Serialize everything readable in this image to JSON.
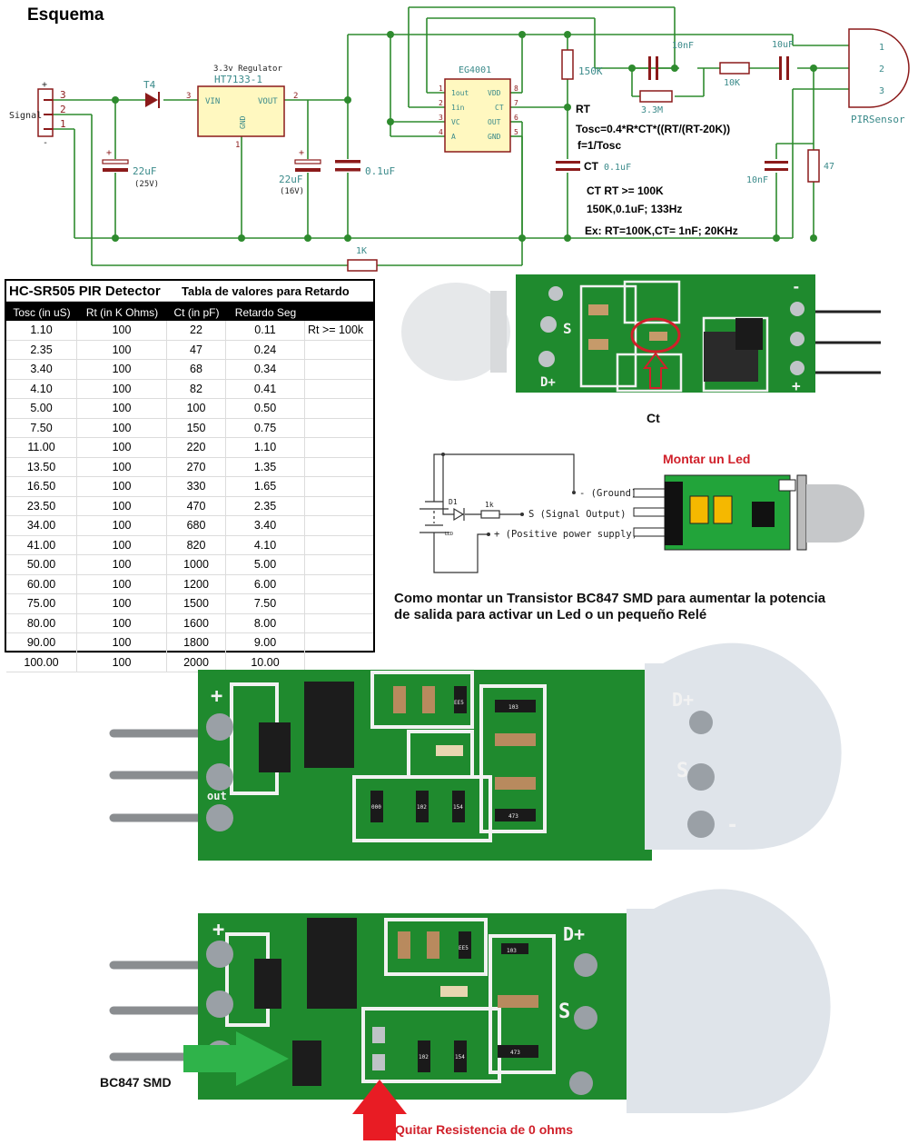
{
  "page": {
    "title": "Esquema"
  },
  "schematic": {
    "connector": {
      "label": "Signal",
      "plus": "+",
      "minus": "-",
      "pins": [
        "3",
        "2",
        "1"
      ]
    },
    "diode": {
      "ref": "T4"
    },
    "cap_in": {
      "value": "22uF",
      "rating": "(25V)",
      "polarity": "+"
    },
    "regulator": {
      "desc": "3.3v Regulator",
      "part": "HT7133-1",
      "vin": "VIN",
      "vout": "VOUT",
      "gnd": "GND",
      "pin_in": "3",
      "pin_out": "2",
      "pin_gnd": "1"
    },
    "cap_out": {
      "value": "22uF",
      "rating": "(16V)",
      "polarity": "+"
    },
    "cap_bypass": {
      "value": "0.1uF"
    },
    "r_signal": {
      "value": "1K"
    },
    "ic": {
      "part": "EG4001",
      "left_pins": [
        {
          "n": "1",
          "name": "1out"
        },
        {
          "n": "2",
          "name": "1in"
        },
        {
          "n": "3",
          "name": "VC"
        },
        {
          "n": "4",
          "name": "A"
        }
      ],
      "right_pins": [
        {
          "n": "8",
          "name": "VDD"
        },
        {
          "n": "7",
          "name": "CT"
        },
        {
          "n": "6",
          "name": "OUT"
        },
        {
          "n": "5",
          "name": "GND"
        }
      ]
    },
    "r_rt": {
      "value": "150K"
    },
    "rt_label": "RT",
    "ct_label": "CT",
    "ct_value": "0.1uF",
    "formula1": "Tosc=0.4*R*CT*((RT/(RT-20K))",
    "formula2": "f=1/Tosc",
    "note1": "CT   RT >= 100K",
    "note2": "150K,0.1uF; 133Hz",
    "note3": "Ex: RT=100K,CT= 1nF; 20KHz",
    "c_10nf_top": "10nF",
    "r_3m3": "3.3M",
    "r_10k": "10K",
    "c_10uf": "10uF",
    "c_10nf_bottom": "10nF",
    "r_47": "47",
    "pir": {
      "label": "PIRSensor",
      "pins": [
        "1",
        "2",
        "3"
      ]
    }
  },
  "table": {
    "title": "HC-SR505 PIR Detector",
    "subtitle": "Tabla de valores para Retardo",
    "columns": [
      "Tosc (in uS)",
      "Rt (in K Ohms)",
      "Ct (in pF)",
      "Retardo Seg",
      ""
    ],
    "note": "Rt  >= 100k",
    "rows": [
      [
        "1.10",
        "100",
        "22",
        "0.11"
      ],
      [
        "2.35",
        "100",
        "47",
        "0.24"
      ],
      [
        "3.40",
        "100",
        "68",
        "0.34"
      ],
      [
        "4.10",
        "100",
        "82",
        "0.41"
      ],
      [
        "5.00",
        "100",
        "100",
        "0.50"
      ],
      [
        "7.50",
        "100",
        "150",
        "0.75"
      ],
      [
        "11.00",
        "100",
        "220",
        "1.10"
      ],
      [
        "13.50",
        "100",
        "270",
        "1.35"
      ],
      [
        "16.50",
        "100",
        "330",
        "1.65"
      ],
      [
        "23.50",
        "100",
        "470",
        "2.35"
      ],
      [
        "34.00",
        "100",
        "680",
        "3.40"
      ],
      [
        "41.00",
        "100",
        "820",
        "4.10"
      ],
      [
        "50.00",
        "100",
        "1000",
        "5.00"
      ],
      [
        "60.00",
        "100",
        "1200",
        "6.00"
      ],
      [
        "75.00",
        "100",
        "1500",
        "7.50"
      ],
      [
        "80.00",
        "100",
        "1600",
        "8.00"
      ],
      [
        "90.00",
        "100",
        "1800",
        "9.00"
      ],
      [
        "100.00",
        "100",
        "2000",
        "10.00"
      ]
    ]
  },
  "photo1": {
    "labels": {
      "s": "S",
      "d": "D+",
      "minus": "-",
      "plus": "+"
    },
    "callout": "Ct"
  },
  "led_diagram": {
    "title": "Montar un Led",
    "d1": "D1",
    "r": "1k",
    "led": "LED",
    "ground": "- (Ground)",
    "signal": "S (Signal Output)",
    "power": "+ (Positive power supply)"
  },
  "caption": {
    "line1": "Como montar un Transistor BC847 SMD para aumentar la potencia",
    "line2": "de salida para activar un Led o un pequeño Relé"
  },
  "photo2": {
    "labels": {
      "plus": "+",
      "d": "D+",
      "s": "S",
      "minus": "-",
      "out": "out"
    },
    "codes": [
      "EE5",
      "103",
      "000",
      "102",
      "154",
      "473"
    ]
  },
  "photo3": {
    "labels": {
      "plus": "+",
      "d": "D+",
      "s": "S"
    },
    "codes": [
      "EE5",
      "103",
      "102",
      "154",
      "473"
    ],
    "transistor_label": "BC847 SMD",
    "remove_label": "Quitar Resistencia de 0 ohms"
  },
  "colors": {
    "wire": "#2e8b2e",
    "component": "#8b1a1a",
    "label_teal": "#3a8a8a",
    "ic_fill": "#fff8c0",
    "pcb": "#1f8a2e",
    "silk": "#f2f2f2",
    "red": "#d0202a",
    "green_arrow": "#2fb34a"
  }
}
